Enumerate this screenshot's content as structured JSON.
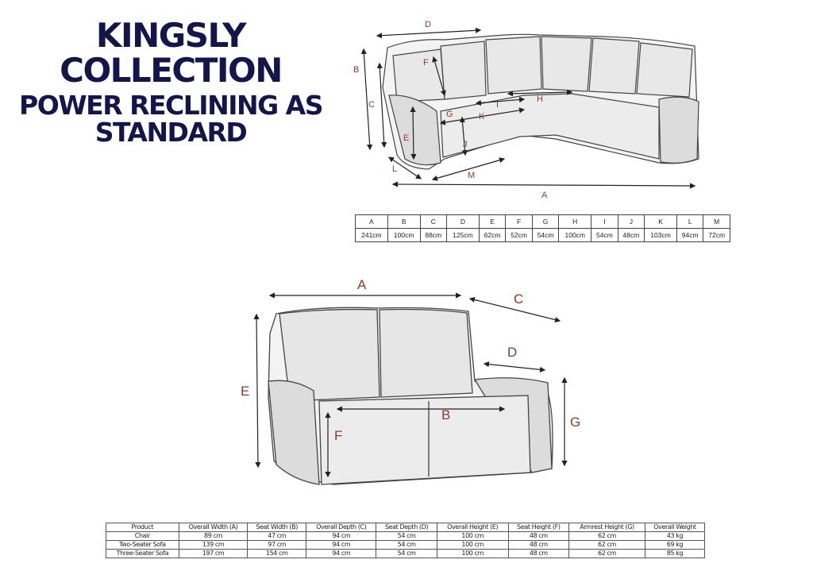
{
  "header": {
    "line1": "KINGSLY",
    "line2": "COLLECTION",
    "line3": "POWER RECLINING AS",
    "line4": "STANDARD"
  },
  "corner_diagram": {
    "labels": {
      "A": "A",
      "B": "B",
      "C": "C",
      "D": "D",
      "E": "E",
      "F": "F",
      "G": "G",
      "H": "H",
      "I": "I",
      "J": "J",
      "K": "K",
      "L": "L",
      "M": "M"
    }
  },
  "corner_table": {
    "headers": [
      "A",
      "B",
      "C",
      "D",
      "E",
      "F",
      "G",
      "H",
      "I",
      "J",
      "K",
      "L",
      "M"
    ],
    "values": [
      "241cm",
      "100cm",
      "88cm",
      "125cm",
      "62cm",
      "52cm",
      "54cm",
      "100cm",
      "54cm",
      "48cm",
      "103cm",
      "94cm",
      "72cm"
    ]
  },
  "sofa_diagram": {
    "labels": {
      "A": "A",
      "B": "B",
      "C": "C",
      "D": "D",
      "E": "E",
      "F": "F",
      "G": "G"
    }
  },
  "product_table": {
    "headers": [
      "Product",
      "Overall Width (A)",
      "Seat Width (B)",
      "Overall Depth (C)",
      "Seat Depth (D)",
      "Overall Height (E)",
      "Seat Height (F)",
      "Armrest Height (G)",
      "Overall Weight"
    ],
    "rows": [
      [
        "Chair",
        "89 cm",
        "47 cm",
        "94 cm",
        "54 cm",
        "100 cm",
        "48 cm",
        "62 cm",
        "43 kg"
      ],
      [
        "Two-Seater Sofa",
        "139 cm",
        "97 cm",
        "94 cm",
        "54 cm",
        "100 cm",
        "48 cm",
        "62 cm",
        "69 kg"
      ],
      [
        "Three-Seater Sofa",
        "197 cm",
        "154 cm",
        "94 cm",
        "54 cm",
        "100 cm",
        "48 cm",
        "62 cm",
        "85 kg"
      ]
    ]
  }
}
